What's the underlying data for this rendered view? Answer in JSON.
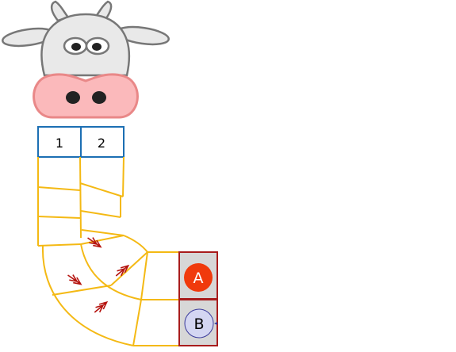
{
  "lanes": [
    {
      "label": "1"
    },
    {
      "label": "2"
    }
  ],
  "stations": [
    {
      "label": "A",
      "fill": "#f03a0c",
      "text_color": "#ffffff"
    },
    {
      "label": "B",
      "fill": "#d4d6f2",
      "text_color": "#000000"
    }
  ],
  "colors": {
    "path": "#f4b914",
    "lane_box": "#1c6fb3",
    "station_box": "#a81c1c",
    "station_bg": "#d7d7d7",
    "arrow": "#b5140f",
    "cow_head": "#e9e9e9",
    "cow_outline": "#777777",
    "cow_nose": "#fbb9bb",
    "cow_nose_outline": "#e98888"
  },
  "icons": [
    "cow-head-icon",
    "double-chevron-arrow-icon"
  ]
}
